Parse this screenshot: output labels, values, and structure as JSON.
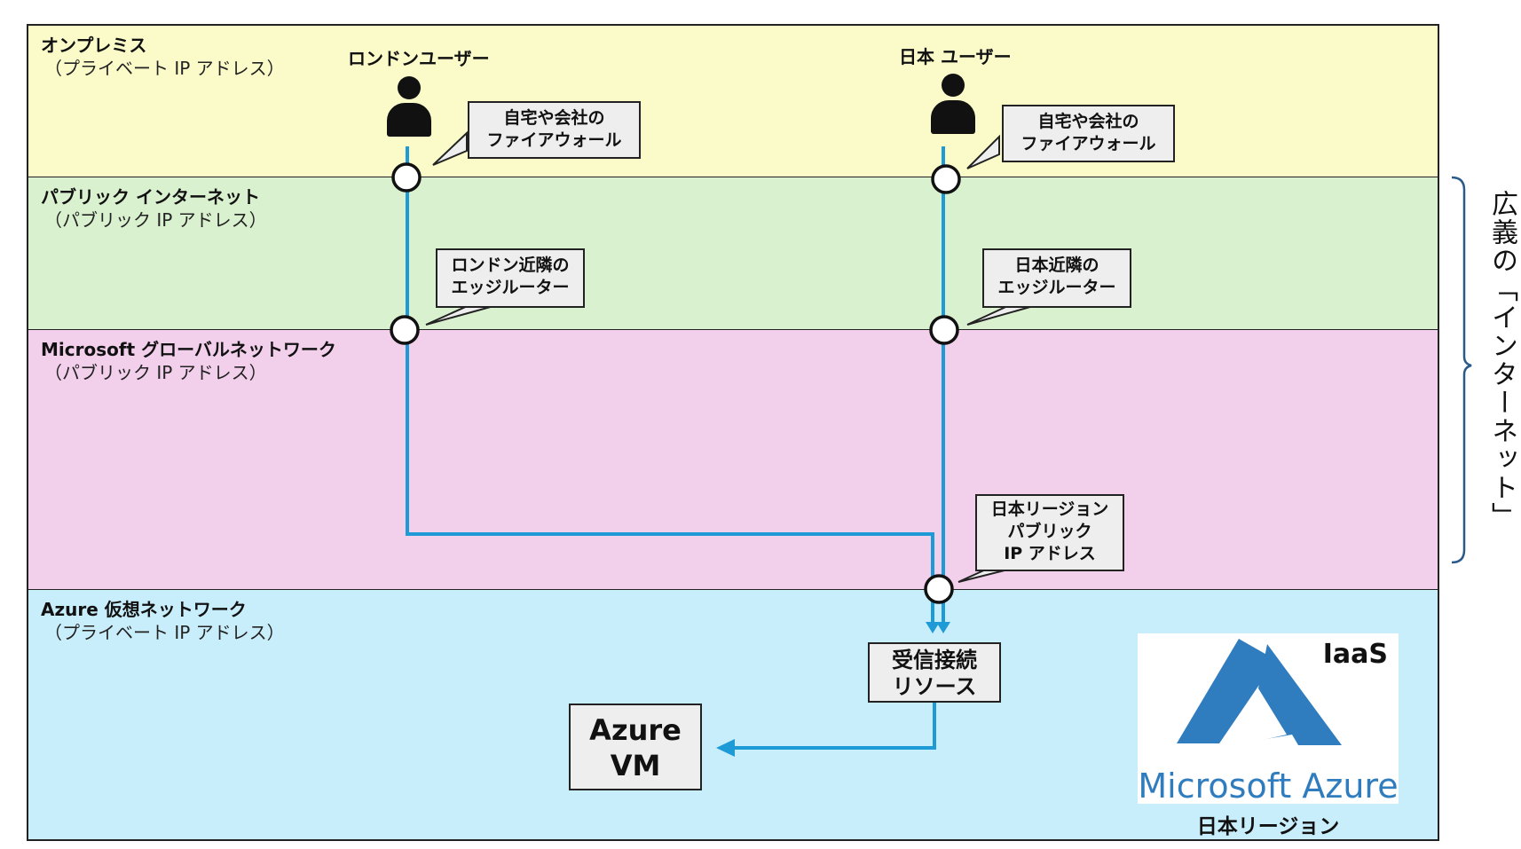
{
  "bands": {
    "onprem": {
      "title": "オンプレミス",
      "subtitle": "（プライベート IP アドレス）"
    },
    "internet": {
      "title": "パブリック インターネット",
      "subtitle": "（パブリック IP アドレス）"
    },
    "msnet": {
      "title": "Microsoft グローバルネットワーク",
      "subtitle": "（パブリック IP アドレス）"
    },
    "azure": {
      "title": "Azure 仮想ネットワーク",
      "subtitle": "（プライベート IP アドレス）"
    }
  },
  "users": {
    "london": "ロンドンユーザー",
    "japan": "日本 ユーザー"
  },
  "callouts": {
    "london_firewall": [
      "自宅や会社の",
      "ファイアウォール"
    ],
    "japan_firewall": [
      "自宅や会社の",
      "ファイアウォール"
    ],
    "london_edge": [
      "ロンドン近隣の",
      "エッジルーター"
    ],
    "japan_edge": [
      "日本近隣の",
      "エッジルーター"
    ],
    "japan_region_ip": [
      "日本リージョン",
      "パブリック",
      "IP アドレス"
    ]
  },
  "boxes": {
    "inbound": [
      "受信接続",
      "リソース"
    ],
    "vm": [
      "Azure",
      "VM"
    ]
  },
  "logo": {
    "tier": "IaaS",
    "brand": "Microsoft Azure",
    "region": "日本リージョン"
  },
  "bracket_label": "広義の「インターネット」",
  "colors": {
    "onprem": "#fbfbc9",
    "internet": "#daf1d0",
    "msnet": "#f2cfeb",
    "azure": "#c9eefb",
    "line": "#1e9ad6",
    "azure_logo": "#2f7cbf"
  }
}
